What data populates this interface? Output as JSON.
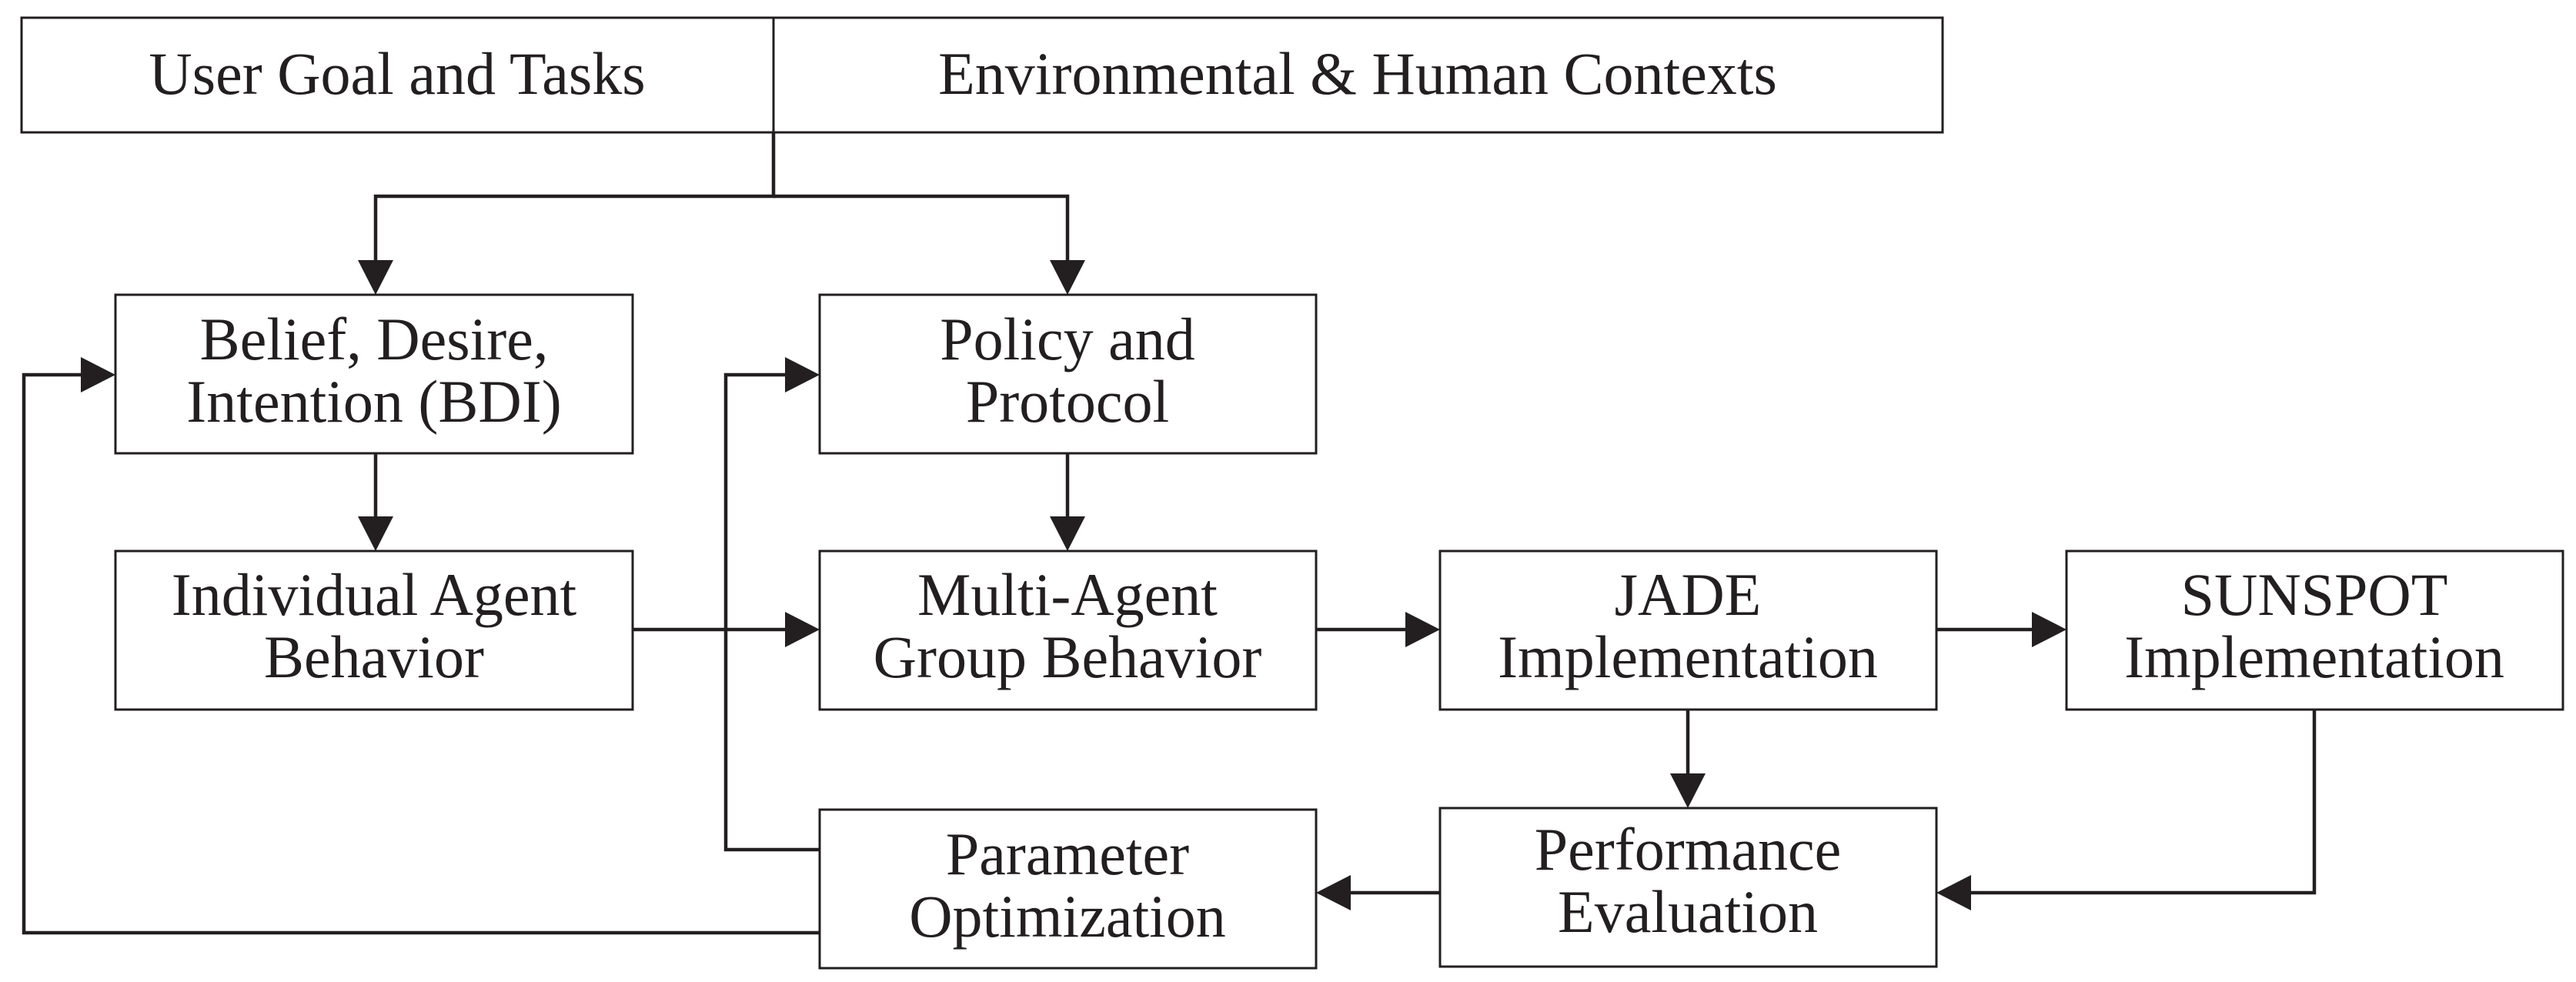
{
  "header": {
    "user_goal": "User Goal and Tasks",
    "contexts": "Environmental & Human Contexts"
  },
  "nodes": {
    "bdi": [
      "Belief, Desire,",
      "Intention (BDI)"
    ],
    "policy": [
      "Policy and",
      "Protocol"
    ],
    "individual": [
      "Individual Agent",
      "Behavior"
    ],
    "multi_agent": [
      "Multi-Agent",
      "Group Behavior"
    ],
    "jade": [
      "JADE",
      "Implementation"
    ],
    "sunspot": [
      "SUNSPOT",
      "Implementation"
    ],
    "parameter": [
      "Parameter",
      "Optimization"
    ],
    "performance": [
      "Performance",
      "Evaluation"
    ]
  },
  "colors": {
    "line": "#231f20",
    "background": "#ffffff"
  }
}
